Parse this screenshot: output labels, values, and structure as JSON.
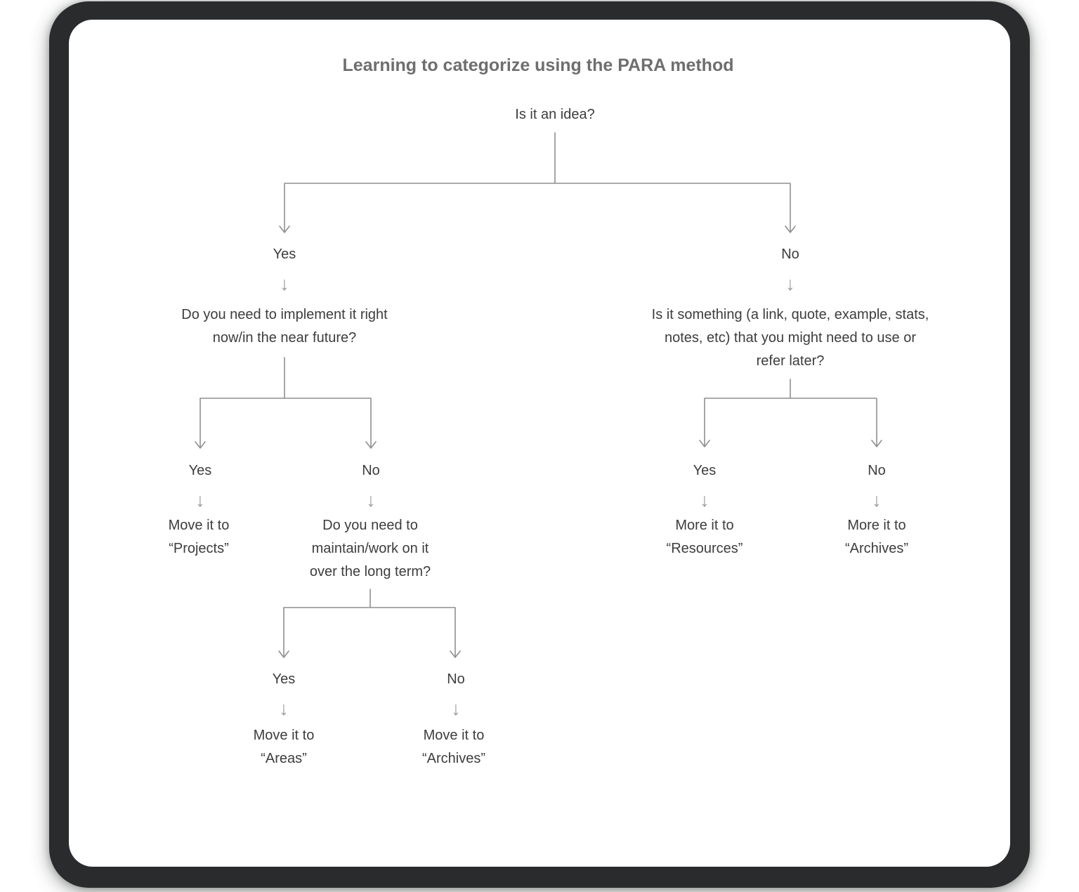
{
  "title": "Learning to categorize using the PARA method",
  "icons": {
    "down_arrow": "↓"
  },
  "colors": {
    "frame": "#292b2d",
    "card_background": "#ffffff",
    "title_text": "#6e6e6e",
    "node_text": "#3d3d3d",
    "connector": "#8f8f8f",
    "arrow_glyph": "#9c9c9c"
  },
  "flowchart": {
    "root": {
      "question": "Is it an idea?"
    },
    "idea_yes": {
      "label": "Yes",
      "question": "Do you need to implement it right\nnow/in the near future?",
      "implement_yes": {
        "label": "Yes",
        "result": "Move it to\n“Projects”"
      },
      "implement_no": {
        "label": "No",
        "question": "Do you need to\nmaintain/work on it\nover the long term?",
        "maintain_yes": {
          "label": "Yes",
          "result": "Move it to\n“Areas”"
        },
        "maintain_no": {
          "label": "No",
          "result": "Move it to\n“Archives”"
        }
      }
    },
    "idea_no": {
      "label": "No",
      "question": "Is it something (a link, quote, example, stats,\nnotes, etc) that you might need to use or\nrefer later?",
      "reference_yes": {
        "label": "Yes",
        "result": "More it to\n“Resources”"
      },
      "reference_no": {
        "label": "No",
        "result": "More it to\n“Archives”"
      }
    }
  }
}
